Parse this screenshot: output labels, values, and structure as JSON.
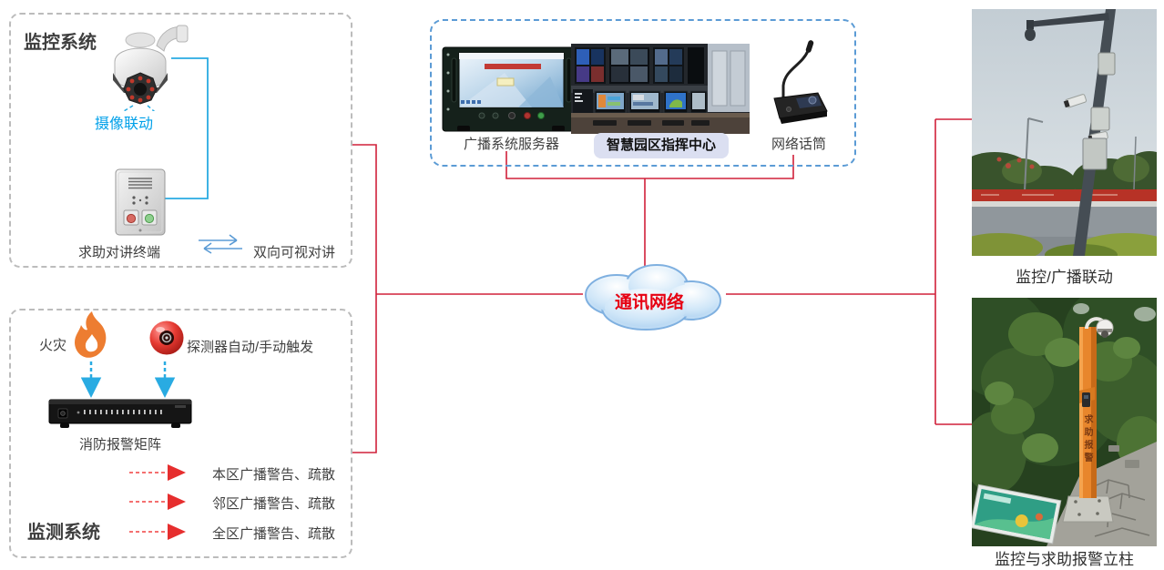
{
  "colors": {
    "connector_red": "#d0213a",
    "center_box_dash_blue": "#5b9bd5",
    "side_box_dash_gray": "#bcbcbc",
    "link_line_blue": "#29abe2",
    "camera_caption_blue": "#00a0e9",
    "flame_orange": "#ed7d31",
    "cloud_text_red": "#e60012",
    "command_pill_bg": "#dbdff1"
  },
  "monitoring_box": {
    "title": "监控系统",
    "camera_caption": "摄像联动",
    "terminal_caption": "求助对讲终端",
    "duplex_caption": "双向可视对讲"
  },
  "detection_box": {
    "title": "监测系统",
    "fire_label": "火灾",
    "trigger_label": "探测器自动/手动触发",
    "matrix_label": "消防报警矩阵",
    "broadcast_items": [
      "本区广播警告、疏散",
      "邻区广播警告、疏散",
      "全区广播警告、疏散"
    ]
  },
  "command_box": {
    "server_label": "广播系统服务器",
    "center_label": "智慧园区指挥中心",
    "mic_label": "网络话筒"
  },
  "network_cloud": {
    "label": "通讯网络"
  },
  "right_panel": {
    "photo1_caption": "监控/广播联动",
    "photo2_caption": "监控与求助报警立柱",
    "pillar_text": "求助报警"
  }
}
